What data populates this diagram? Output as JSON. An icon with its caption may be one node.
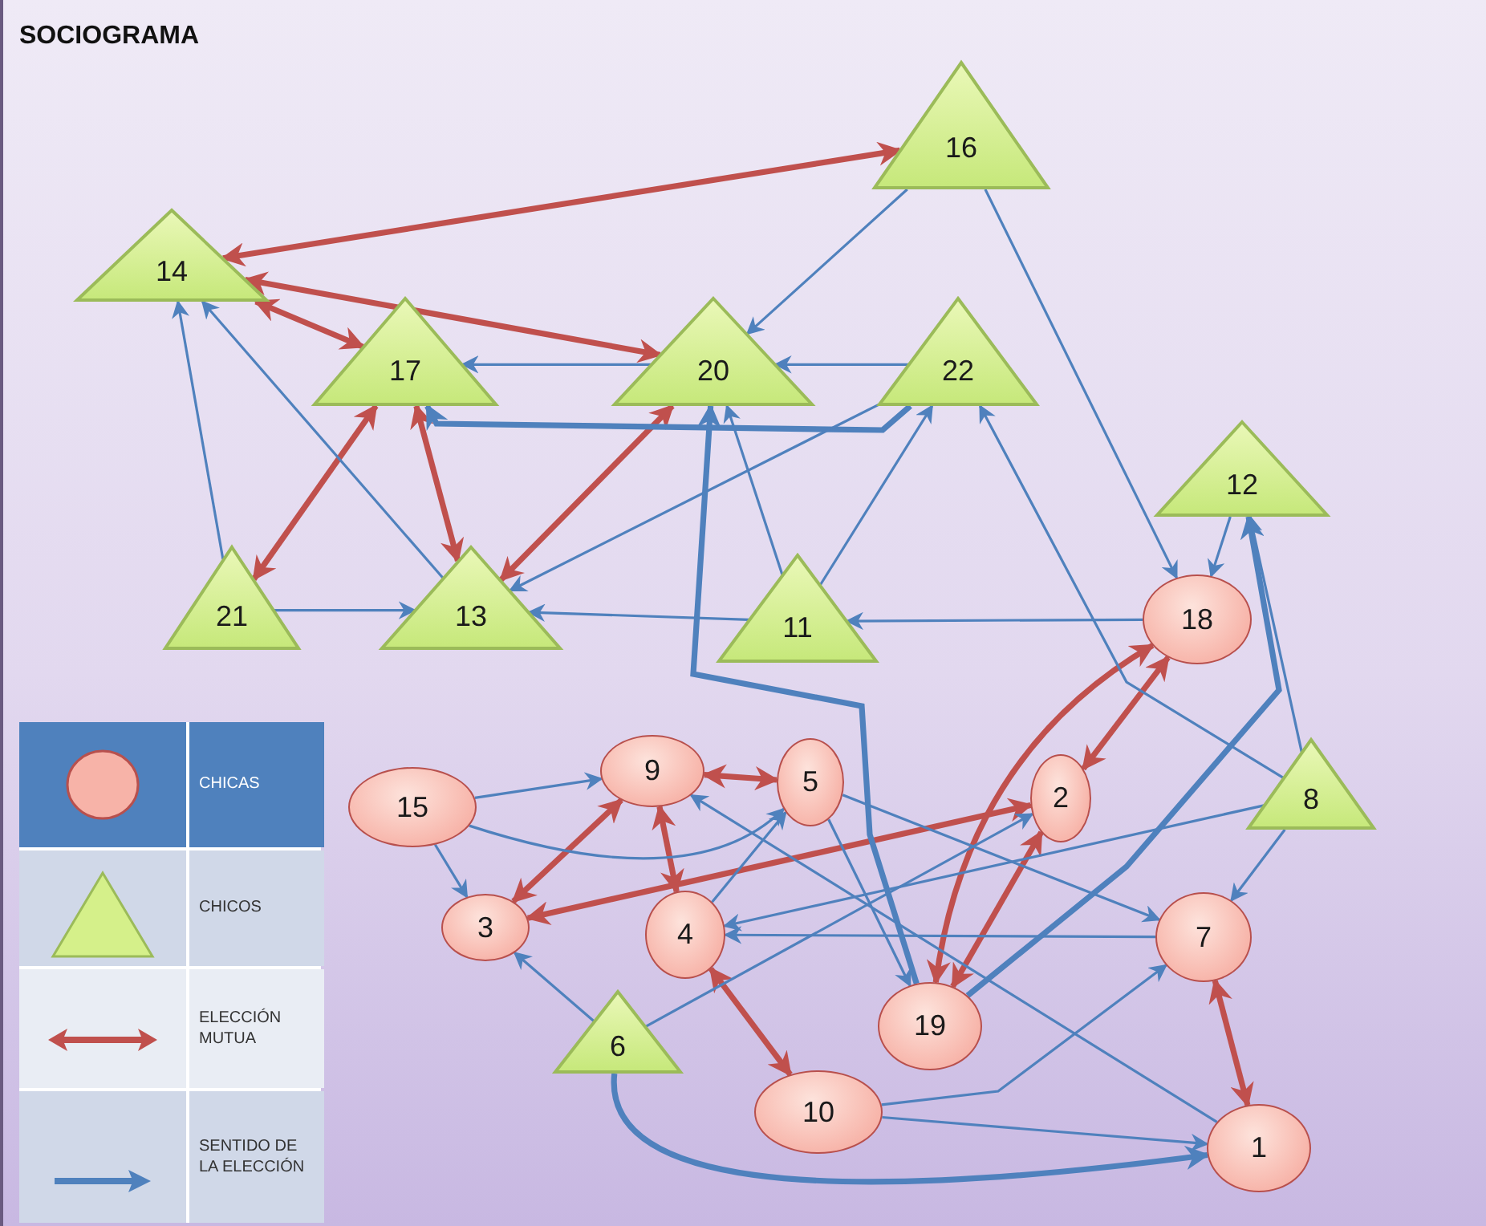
{
  "diagram": {
    "title": "SOCIOGRAMA",
    "nodes": [
      {
        "text": [
          "16"
        ]
      },
      {
        "text": [
          "14"
        ]
      },
      {
        "text": [
          "17"
        ]
      },
      {
        "text": [
          "20"
        ]
      },
      {
        "text": [
          "22"
        ]
      },
      {
        "text": [
          "12"
        ]
      },
      {
        "text": [
          "21"
        ]
      },
      {
        "text": [
          "13"
        ]
      },
      {
        "text": [
          "11"
        ]
      },
      {
        "text": [
          "18"
        ]
      },
      {
        "text": [
          "9"
        ]
      },
      {
        "text": [
          "5"
        ]
      },
      {
        "text": [
          "15"
        ]
      },
      {
        "text": [
          "8"
        ]
      },
      {
        "text": [
          "2"
        ]
      },
      {
        "text": [
          "3"
        ]
      },
      {
        "text": [
          "4"
        ]
      },
      {
        "text": [
          "7"
        ]
      },
      {
        "text": [
          "19"
        ]
      },
      {
        "text": [
          "6"
        ]
      },
      {
        "text": [
          "10"
        ]
      },
      {
        "text": [
          "1"
        ]
      }
    ],
    "edges": [
      {
        "from": 1,
        "to": 0,
        "arrow": "both",
        "style": "thick",
        "color": "#c0504d"
      },
      {
        "from": 1,
        "to": 3,
        "arrow": "both",
        "style": "thick",
        "color": "#c0504d"
      },
      {
        "from": 1,
        "to": 2,
        "arrow": "both",
        "style": "thick",
        "color": "#c0504d"
      },
      {
        "from": 2,
        "to": 6,
        "arrow": "both",
        "style": "thick",
        "color": "#c0504d"
      },
      {
        "from": 2,
        "to": 7,
        "arrow": "both",
        "style": "thick",
        "color": "#c0504d"
      },
      {
        "from": 3,
        "to": 7,
        "arrow": "both",
        "style": "thick",
        "color": "#c0504d"
      },
      {
        "from": 10,
        "to": 11,
        "arrow": "both",
        "style": "thick",
        "color": "#c0504d"
      },
      {
        "from": 10,
        "to": 15,
        "arrow": "both",
        "style": "thick",
        "color": "#c0504d"
      },
      {
        "from": 10,
        "to": 16,
        "arrow": "both",
        "style": "thick",
        "color": "#c0504d"
      },
      {
        "from": 15,
        "to": 14,
        "arrow": "both",
        "style": "thick",
        "color": "#c0504d"
      },
      {
        "from": 9,
        "to": 18,
        "arrow": "both",
        "style": "thick",
        "color": "#c0504d"
      },
      {
        "from": 9,
        "to": 14,
        "arrow": "both",
        "style": "thick",
        "color": "#c0504d"
      },
      {
        "from": 14,
        "to": 18,
        "arrow": "both",
        "style": "thick",
        "color": "#c0504d"
      },
      {
        "from": 16,
        "to": 20,
        "arrow": "both",
        "style": "thick",
        "color": "#c0504d"
      },
      {
        "from": 17,
        "to": 21,
        "arrow": "both",
        "style": "thick",
        "color": "#c0504d"
      },
      {
        "from": 0,
        "to": 3,
        "arrow": "to"
      },
      {
        "from": 0,
        "to": 9,
        "arrow": "to"
      },
      {
        "from": 3,
        "to": 2,
        "arrow": "to"
      },
      {
        "from": 4,
        "to": 3,
        "arrow": "to"
      },
      {
        "from": 4,
        "to": 2,
        "arrow": "to",
        "style": "thick"
      },
      {
        "from": 6,
        "to": 1,
        "arrow": "to"
      },
      {
        "from": 7,
        "to": 1,
        "arrow": "to"
      },
      {
        "from": 6,
        "to": 7,
        "arrow": "to"
      },
      {
        "from": 8,
        "to": 7,
        "arrow": "to"
      },
      {
        "from": 4,
        "to": 7,
        "arrow": "to"
      },
      {
        "from": 8,
        "to": 3,
        "arrow": "to"
      },
      {
        "from": 8,
        "to": 4,
        "arrow": "to"
      },
      {
        "from": 9,
        "to": 8,
        "arrow": "to"
      },
      {
        "from": 5,
        "to": 9,
        "arrow": "to"
      },
      {
        "from": 18,
        "to": 3,
        "arrow": "to",
        "style": "thick"
      },
      {
        "from": 18,
        "to": 5,
        "arrow": "to",
        "style": "thick"
      },
      {
        "from": 13,
        "to": 5,
        "arrow": "to"
      },
      {
        "from": 13,
        "to": 4,
        "arrow": "to"
      },
      {
        "from": 13,
        "to": 17,
        "arrow": "to"
      },
      {
        "from": 13,
        "to": 16,
        "arrow": "to"
      },
      {
        "from": 17,
        "to": 16,
        "arrow": "to"
      },
      {
        "from": 12,
        "to": 10,
        "arrow": "to"
      },
      {
        "from": 12,
        "to": 15,
        "arrow": "to"
      },
      {
        "from": 12,
        "to": 11,
        "arrow": "to"
      },
      {
        "from": 19,
        "to": 15,
        "arrow": "to"
      },
      {
        "from": 19,
        "to": 14,
        "arrow": "to"
      },
      {
        "from": 16,
        "to": 11,
        "arrow": "to"
      },
      {
        "from": 11,
        "to": 18,
        "arrow": "to"
      },
      {
        "from": 21,
        "to": 10,
        "arrow": "to"
      },
      {
        "from": 11,
        "to": 17,
        "arrow": "to"
      },
      {
        "from": 20,
        "to": 17,
        "arrow": "to"
      },
      {
        "from": 20,
        "to": 21,
        "arrow": "to"
      },
      {
        "from": 19,
        "to": 21,
        "arrow": "to",
        "style": "thick"
      }
    ],
    "legend": [
      {
        "text": "CHICAS"
      },
      {
        "text": "CHICOS"
      },
      {
        "text": "ELECCIÓN MUTUA"
      },
      {
        "text": "SENTIDO DE LA ELECCIÓN"
      }
    ]
  }
}
